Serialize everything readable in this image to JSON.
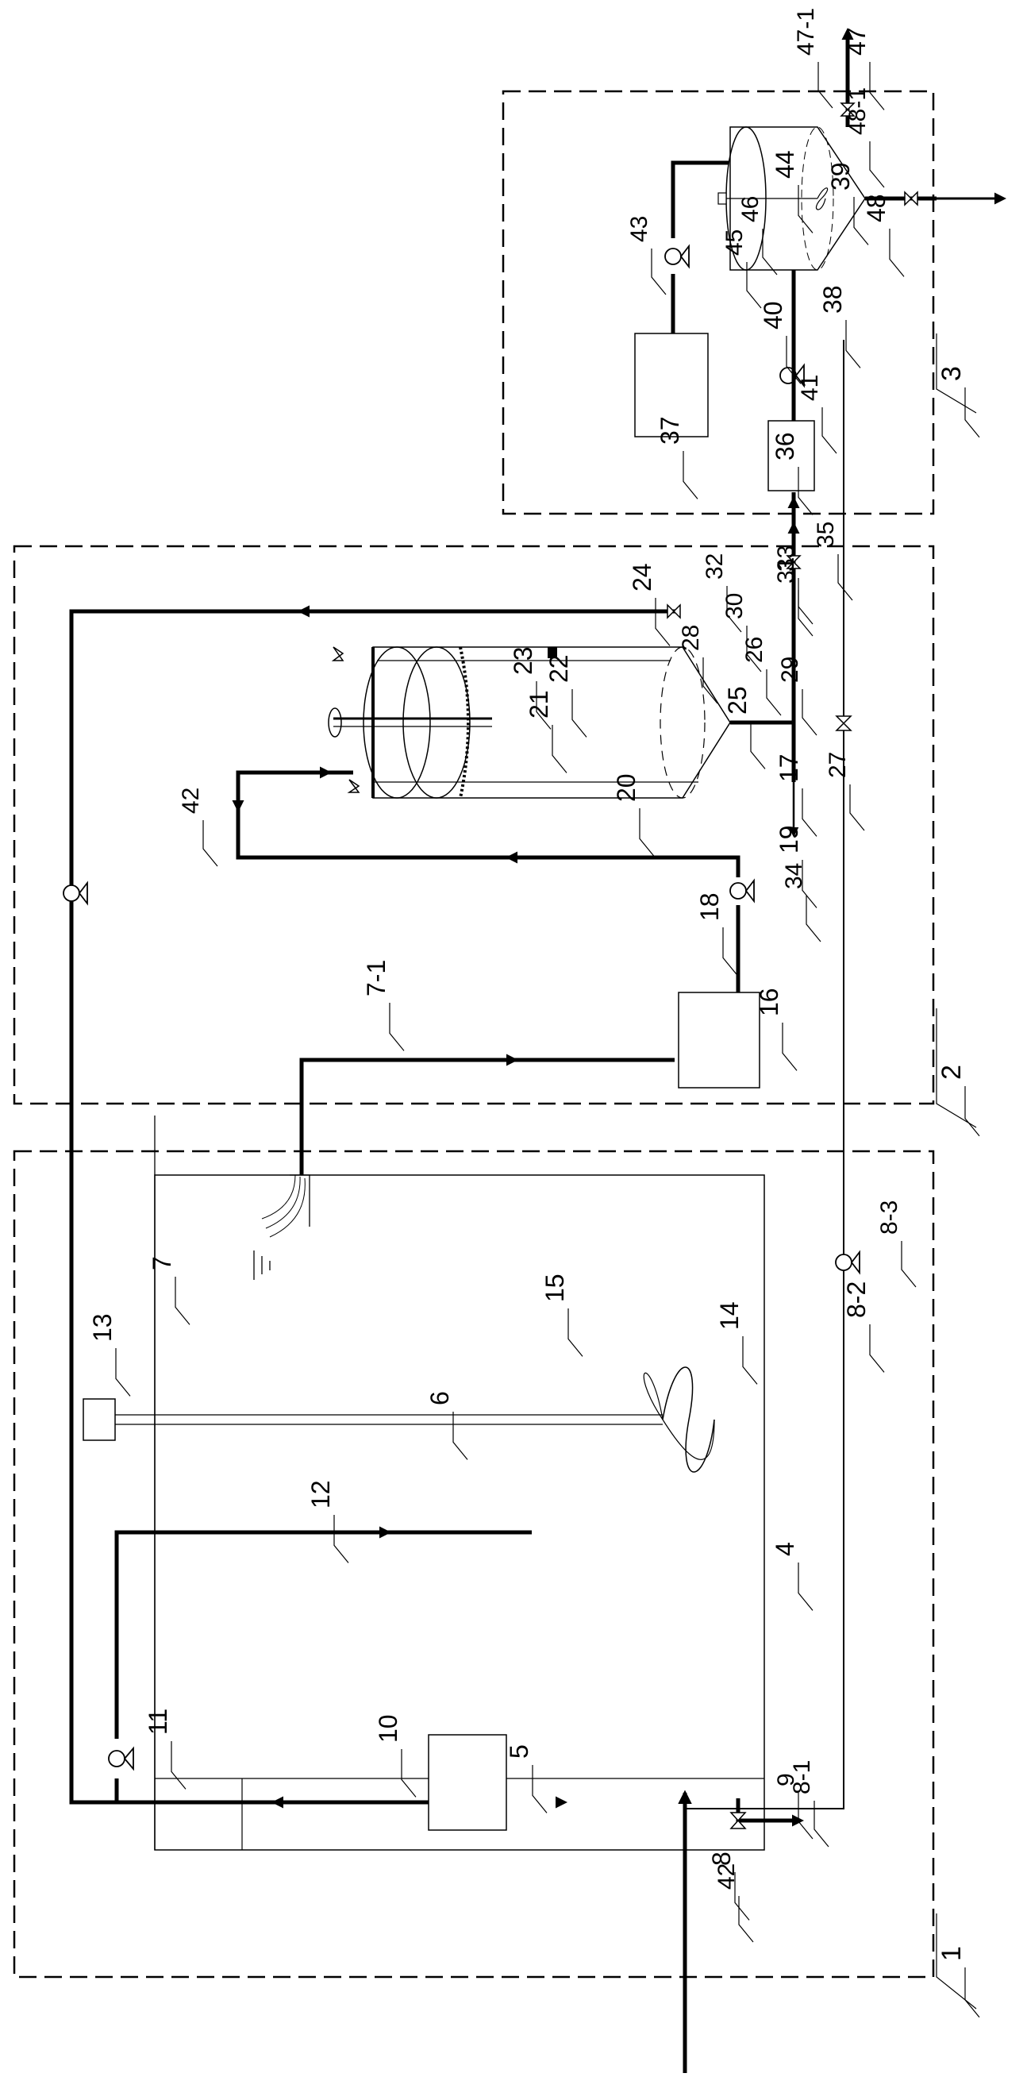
{
  "diagram": {
    "colors": {
      "line": "#000000",
      "background": "#ffffff"
    },
    "modules": [
      "1",
      "2",
      "3"
    ],
    "equipment": {
      "e4": "4",
      "e5": "5",
      "e6": "6",
      "e7": "7",
      "e9": "9",
      "e12": "12",
      "e13": "13",
      "e14": "14",
      "e15": "15",
      "e16": "16",
      "e17": "17",
      "e21": "21",
      "e22": "22",
      "e23": "23",
      "e24": "24",
      "e25": "25",
      "e36": "36",
      "e37": "37",
      "e38": "38",
      "e39": "39",
      "e40": "40",
      "e44": "44",
      "e45": "45",
      "e46": "46"
    },
    "pipes": {
      "p7_1": "7-1",
      "p8": "8",
      "p8_2": "8-2",
      "p10": "10",
      "p18": "18",
      "p20": "20",
      "p26": "26",
      "p28": "28",
      "p30": "30",
      "p31": "31",
      "p32": "32",
      "p42a": "42",
      "p42b": "42",
      "p47": "47",
      "p48": "48"
    },
    "pumps": {
      "p11": "11",
      "p19": "19",
      "p34": "34",
      "p41": "41",
      "p43": "43",
      "p8_3": "8-3"
    },
    "valves": {
      "v8_1": "8-1",
      "v27": "27",
      "v29": "29",
      "v33": "33",
      "v35": "35",
      "v47_1": "47-1",
      "v48_1": "48-1"
    }
  }
}
